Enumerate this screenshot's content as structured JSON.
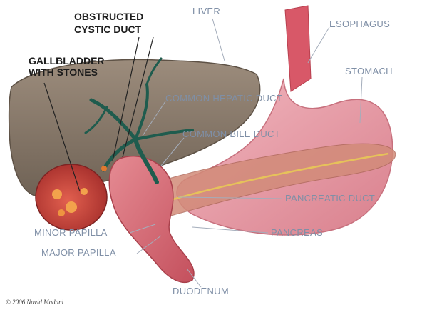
{
  "colors": {
    "liver": "#8b7a6a",
    "gallbladder": "#c84a40",
    "stomach": "#e9a3ad",
    "ducts": "#1f5c4e",
    "pancreas": "#cf8a74",
    "text_dark": "#1c1c1c",
    "text_light": "#7f8fa6"
  },
  "labels": {
    "obstructed_line1": "OBSTRUCTED",
    "obstructed_line2": "CYSTIC DUCT",
    "gallbladder_line1": "GALLBLADDER",
    "gallbladder_line2": "WITH STONES",
    "liver": "LIVER",
    "esophagus": "ESOPHAGUS",
    "stomach": "STOMACH",
    "common_hepatic_duct": "COMMON HEPATIC DUCT",
    "common_bile_duct": "COMMON BILE DUCT",
    "pancreatic_duct": "PANCREATIC DUCT",
    "pancreas": "PANCREAS",
    "minor_papilla": "MINOR PAPILLA",
    "major_papilla": "MAJOR PAPILLA",
    "duodenum": "DUODENUM"
  },
  "copyright": "© 2006 Navid Madani"
}
